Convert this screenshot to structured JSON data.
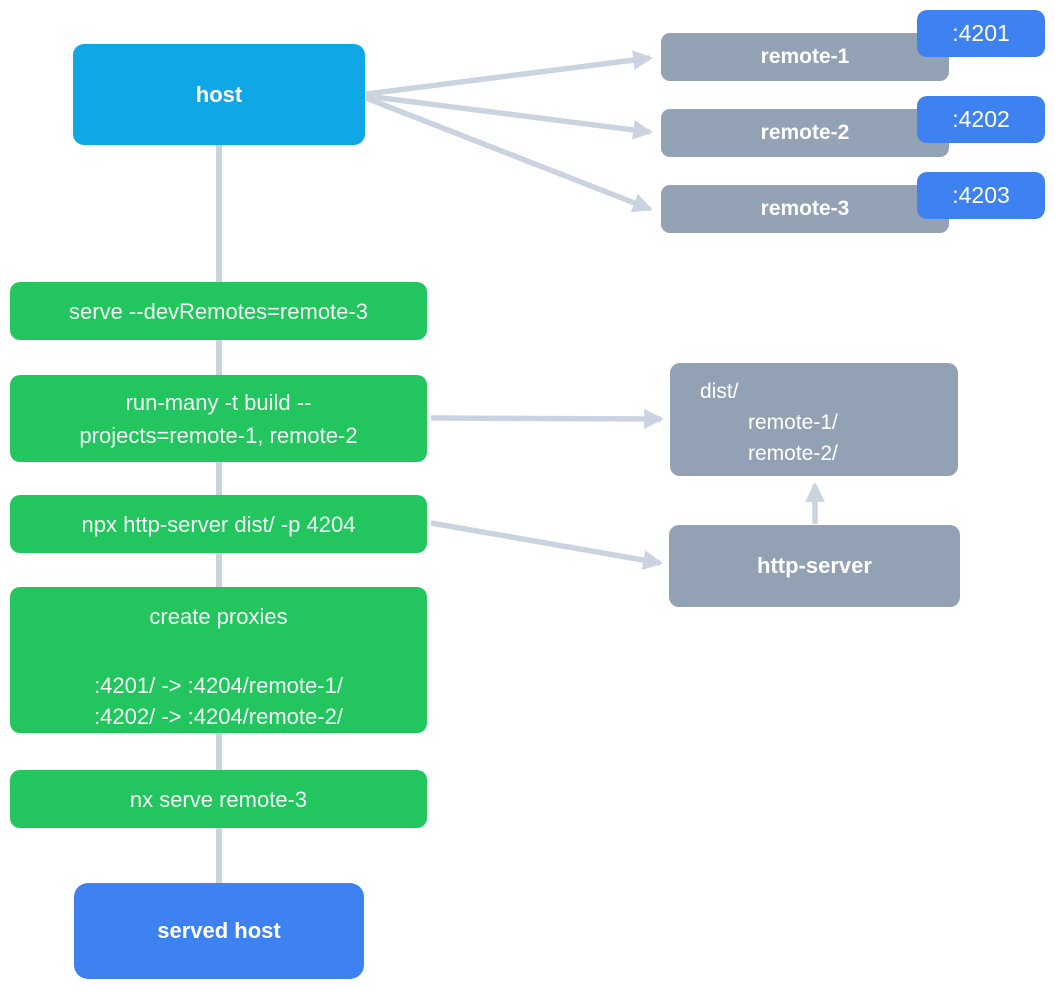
{
  "nodes": {
    "host": "host",
    "served_host": "served host",
    "http_server": "http-server"
  },
  "remotes": [
    {
      "label": "remote-1",
      "port": ":4201"
    },
    {
      "label": "remote-2",
      "port": ":4202"
    },
    {
      "label": "remote-3",
      "port": ":4203"
    }
  ],
  "commands": {
    "serve_dev_remotes": "serve --devRemotes=remote-3",
    "run_many_line1": "run-many -t build --",
    "run_many_line2": "projects=remote-1, remote-2",
    "http_server_cmd": "npx http-server dist/ -p 4204",
    "create_proxies_title": "create proxies",
    "proxy_rule_1": ":4201/ -> :4204/remote-1/",
    "proxy_rule_2": ":4202/ -> :4204/remote-2/",
    "nx_serve_remote3": "nx serve remote-3"
  },
  "dist": {
    "root": "dist/",
    "entries": [
      "remote-1/",
      "remote-2/"
    ]
  },
  "colors": {
    "host_fill": "#0FA7E6",
    "served_host_fill": "#3E82F2",
    "port_badge_fill": "#3E82F2",
    "remote_fill": "#94A2B6",
    "artifact_fill": "#93A1B5",
    "command_fill": "#22C55E",
    "connector": "#CBD3E1",
    "text": "#FFFFFF"
  }
}
